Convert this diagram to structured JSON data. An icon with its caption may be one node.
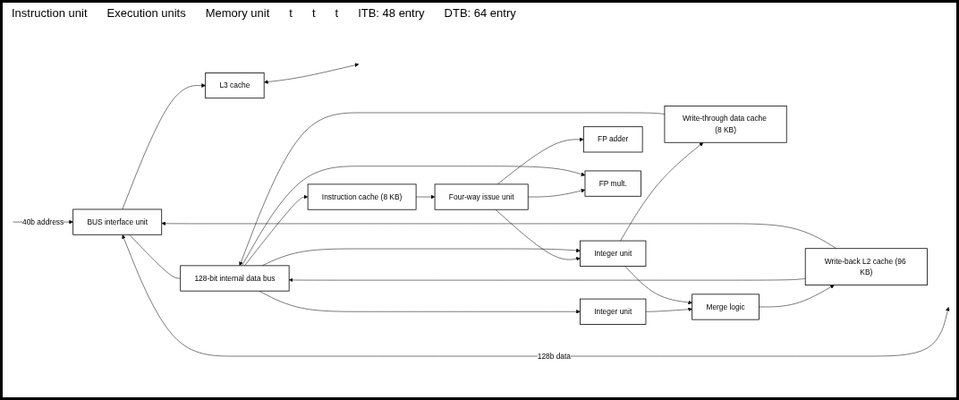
{
  "diagram": {
    "nodes": [
      {
        "text": [
          "Instruction cache (8 KB)"
        ]
      },
      {
        "text": [
          "Four-way issue unit"
        ]
      },
      {
        "text": [
          "Integer unit"
        ]
      },
      {
        "text": [
          "Integer unit"
        ]
      },
      {
        "text": [
          "FP adder"
        ]
      },
      {
        "text": [
          "FP mult."
        ]
      },
      {
        "text": [
          "Merge logic"
        ]
      },
      {
        "text": [
          "Write-through data cache (8 KB)"
        ]
      },
      {
        "text": [
          "Write-back L2 cache (96 KB)"
        ]
      },
      {
        "text": [
          "BUS interface unit"
        ]
      },
      {
        "text": [
          "L3 cache"
        ]
      },
      {
        "text": [
          "128-bit internal data bus"
        ]
      }
    ],
    "edges": [
      {
        "from": 0,
        "to": 1,
        "arrow": "to"
      },
      {
        "from": 1,
        "to": 3,
        "arrow": "to"
      },
      {
        "from": 1,
        "to": 4,
        "arrow": "to"
      },
      {
        "from": 1,
        "to": 5,
        "arrow": "to"
      },
      {
        "from": 2,
        "to": 6,
        "arrow": "to"
      },
      {
        "from": 3,
        "to": 6,
        "arrow": "to"
      },
      {
        "from": 3,
        "to": 7,
        "arrow": "to"
      },
      {
        "from": 11,
        "to": 2,
        "arrow": "to"
      },
      {
        "from": 11,
        "to": 3,
        "arrow": "to"
      },
      {
        "from": 11,
        "to": 5,
        "arrow": "to"
      },
      {
        "from": 11,
        "to": 0,
        "arrow": "to"
      },
      {
        "from": 7,
        "to": 11,
        "arrow": "to"
      },
      {
        "from": 8,
        "to": 11,
        "arrow": "to"
      },
      {
        "from": 9,
        "to": 11,
        "arrow": "none"
      },
      {
        "from": 6,
        "to": 8,
        "arrow": "to"
      },
      {
        "from": 8,
        "to": 9,
        "arrow": "to"
      },
      {
        "from": 9,
        "to": 10,
        "arrow": "to"
      },
      {
        "from": null,
        "to": 9,
        "arrow": "to",
        "label": "40b address"
      },
      {
        "from": 9,
        "to": null,
        "arrow": "both",
        "label": "128b data"
      },
      {
        "from": 10,
        "to": null,
        "arrow": "both"
      }
    ],
    "labels": [
      "Instruction unit",
      "Execution units",
      "Memory unit",
      "t",
      "t",
      "t",
      "ITB: 48 entry",
      "DTB: 64 entry"
    ]
  }
}
